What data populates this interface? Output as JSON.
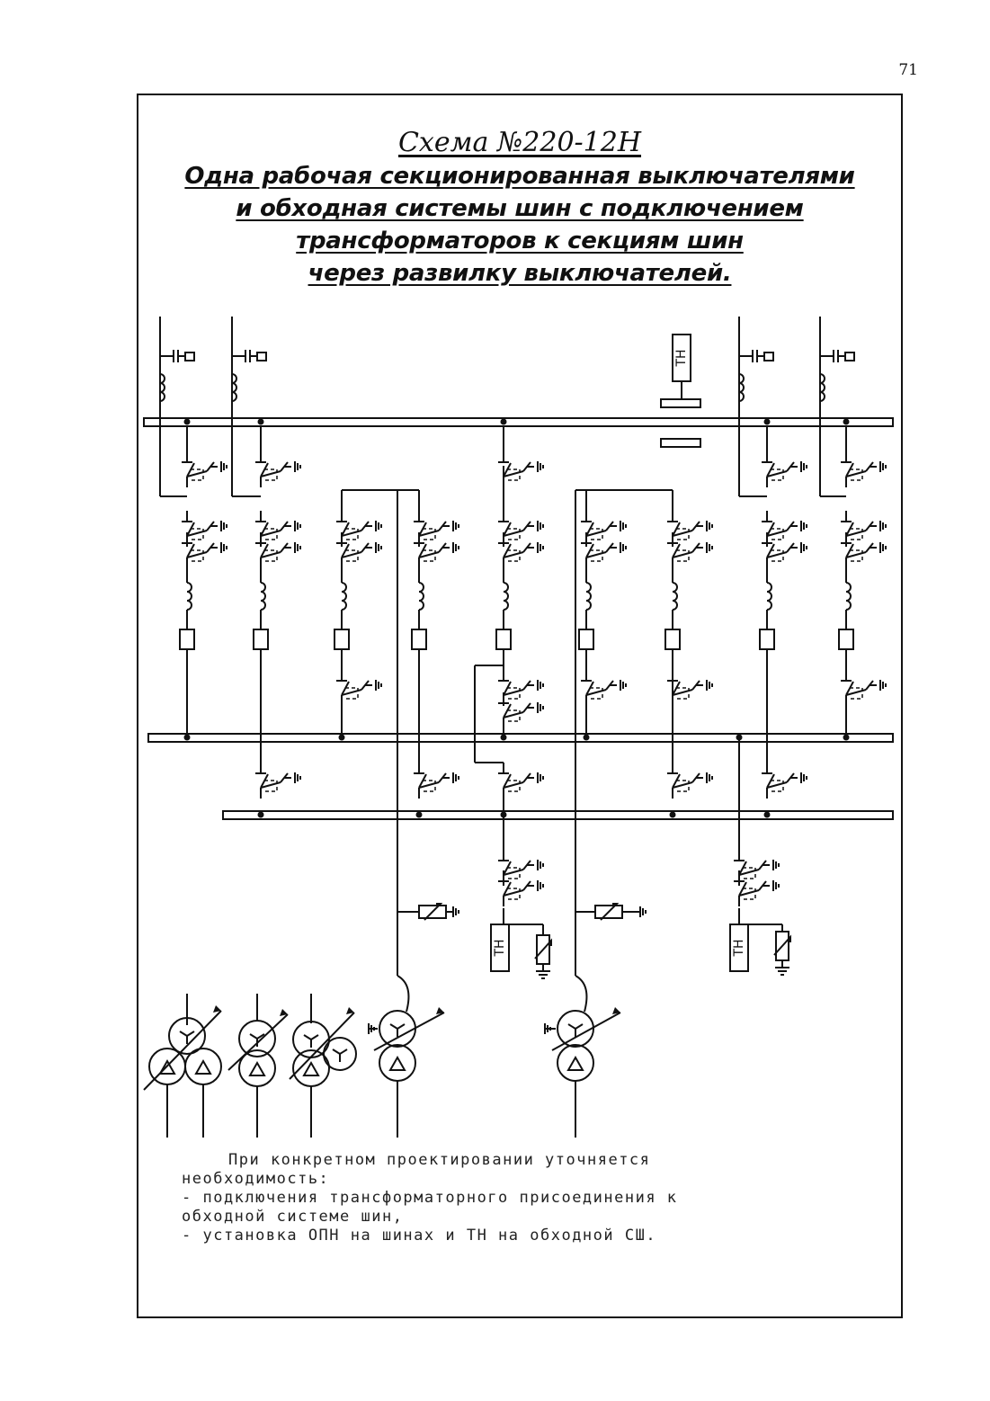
{
  "page_number": "71",
  "title": {
    "scheme": "Схема  №220-12Н",
    "lines": [
      "Одна рабочая секционированная выключателями",
      "и обходная системы шин с подключением",
      "трансформаторов к  секциям шин",
      "через развилку выключателей."
    ]
  },
  "labels": {
    "vt": "ТН"
  },
  "note": {
    "lines": [
      "При конкретном проектировании уточняется",
      "необходимость:",
      "- подключения трансформаторного присоединения к",
      "обходной системе шин,",
      "- установка ОПН  на шинах и ТН на обходной СШ."
    ]
  }
}
